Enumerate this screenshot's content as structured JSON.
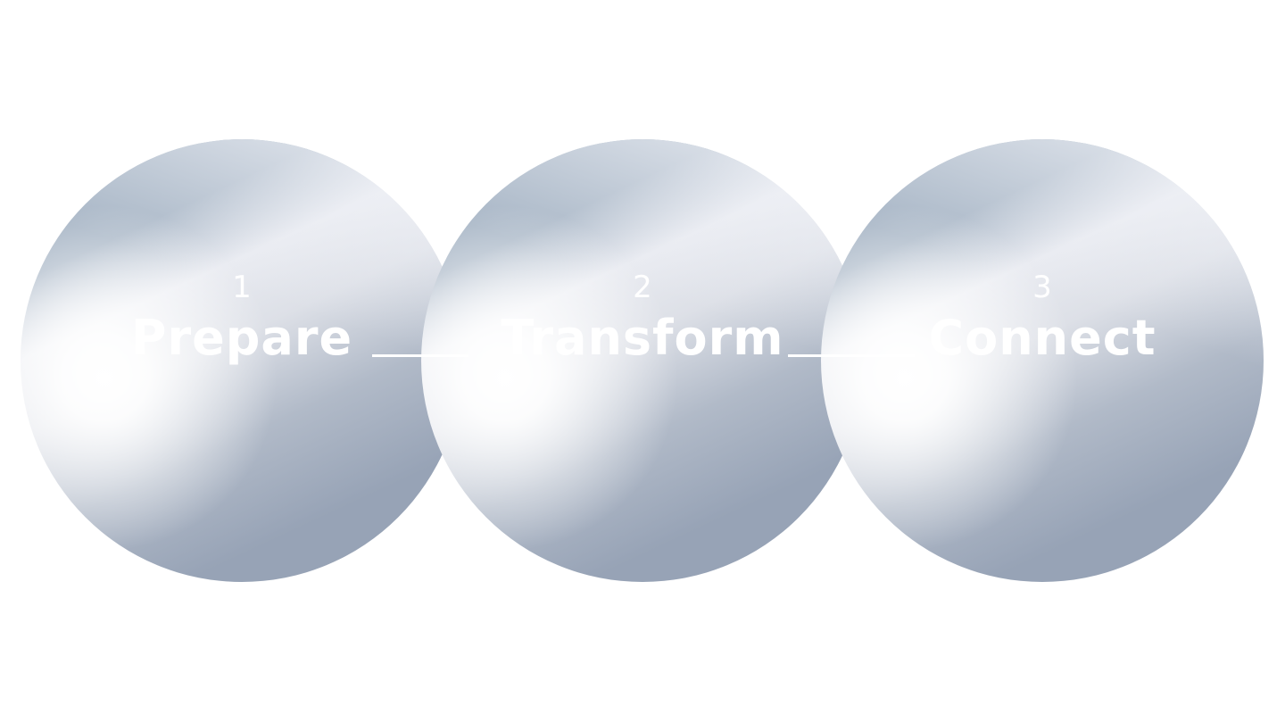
{
  "steps": [
    {
      "number": "1",
      "label": "Prepare"
    },
    {
      "number": "2",
      "label": "Transform"
    },
    {
      "number": "3",
      "label": "Connect"
    }
  ],
  "colors": {
    "background": "#ffffff",
    "circle_light": "#e9ebf1",
    "circle_mid": "#a8b6c6",
    "circle_dark": "#97a3b6",
    "text": "#ffffff",
    "connector": "#ffffff"
  }
}
